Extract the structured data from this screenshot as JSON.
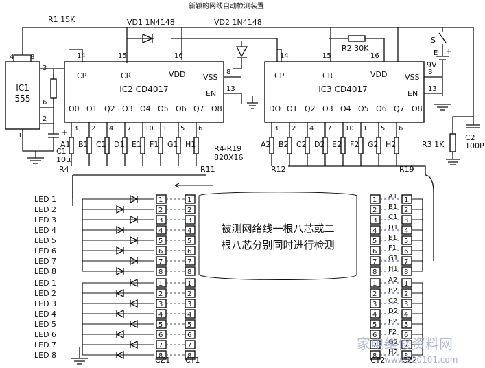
{
  "title": "新颖的网线自动检测装置",
  "components": {
    "r1": "R1 15K",
    "vd1": "VD1 1N4148",
    "vd2": "VD2 1N4148",
    "r2": "R2 30K",
    "battery": "9V",
    "switch": "S",
    "battery_e": "E",
    "c1": "C1",
    "c1_value": "10μ",
    "r3": "R3 1K",
    "c2": "C2",
    "c2_value": "100P",
    "r_array": "R4-R19",
    "r_array_value": "820X16",
    "r4": "R4",
    "r11": "R11",
    "r12": "R12",
    "r19": "R19"
  },
  "ic1": {
    "name": "IC1",
    "part": "555",
    "pins": [
      "4",
      "8",
      "3",
      "6",
      "2",
      "1"
    ]
  },
  "ic2": {
    "name": "IC2 CD4017",
    "top_pins": [
      "14",
      "15",
      "16"
    ],
    "top_labels": [
      "CP",
      "CR",
      "VDD"
    ],
    "side": [
      "VSS",
      "EN"
    ],
    "side_pins": [
      "8",
      "13"
    ],
    "outputs": [
      "O0",
      "O1",
      "Q2",
      "O3",
      "O4",
      "O5",
      "O6",
      "Q7",
      "O8"
    ],
    "out_pins": [
      "3",
      "2",
      "4",
      "7",
      "10",
      "1",
      "5",
      "6"
    ],
    "nodes": [
      "A1",
      "B1",
      "C1",
      "D1",
      "E1",
      "F1",
      "G1",
      "H1"
    ]
  },
  "ic3": {
    "name": "IC3 CD4017",
    "top_pins": [
      "14",
      "15",
      "16"
    ],
    "top_labels": [
      "CP",
      "CR",
      "VDD"
    ],
    "side": [
      "VSS",
      "EN"
    ],
    "side_pins": [
      "8",
      "13"
    ],
    "outputs": [
      "DO",
      "O1",
      "Q2",
      "O3",
      "O4",
      "O5",
      "O6",
      "Q7",
      "O8"
    ],
    "out_pins": [
      "3",
      "2",
      "4",
      "7",
      "10",
      "1",
      "5",
      "6"
    ],
    "nodes": [
      "A2",
      "B2",
      "C2",
      "D2",
      "E2",
      "F2",
      "G2",
      "H2"
    ]
  },
  "leds": [
    "LED 1",
    "LED 2",
    "LED 3",
    "LED 4",
    "LED 5",
    "LED 6",
    "LED 7",
    "LED 8"
  ],
  "pins": [
    "1",
    "2",
    "3",
    "4",
    "5",
    "6",
    "7",
    "8"
  ],
  "right_top_labels": [
    "A1",
    "B1",
    "C1",
    "D1",
    "E1",
    "F1",
    "G1",
    "H1"
  ],
  "right_bottom_labels": [
    "A2",
    "B2",
    "C2",
    "D2",
    "E2",
    "F2",
    "G2",
    "H2"
  ],
  "connectors": [
    "CZ1",
    "CT1",
    "CT2",
    "CZ2"
  ],
  "cable_text_1": "被测网络线一根八芯或二",
  "cable_text_2": "根八芯分别同时进行检测",
  "watermark_1": "家电维修资料网",
  "watermark_2": "www.520101.com"
}
